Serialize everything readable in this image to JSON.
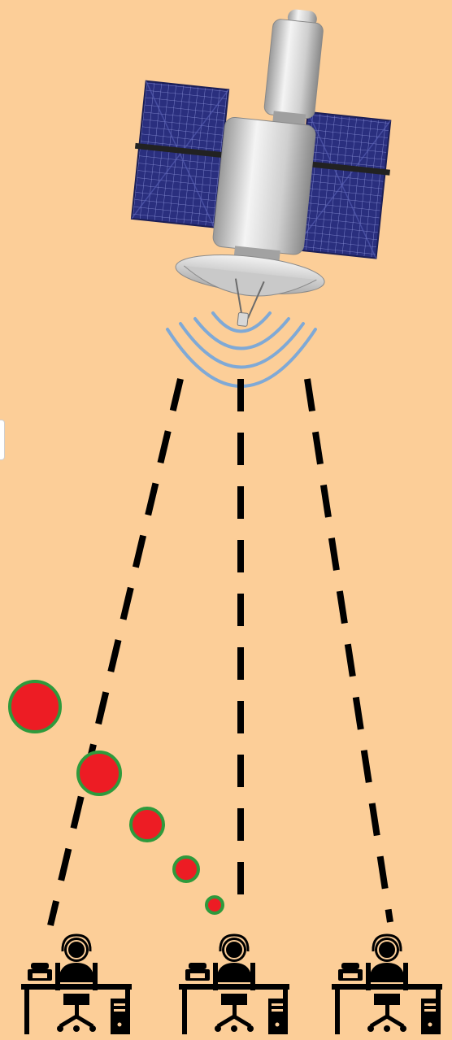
{
  "scene": {
    "background": "#FCCE98",
    "satellite": {
      "icon": "satellite-icon",
      "body_color": "#DADADA",
      "panel_color": "#2A2F7E",
      "panel_grid_color": "#8C93D9"
    },
    "signal_waves": {
      "icon": "signal-waves-icon",
      "color": "#7FA9D6",
      "count": 4
    },
    "beams": {
      "count": 3,
      "style": "dashed",
      "color": "#000000"
    },
    "data_dots": {
      "count": 5,
      "fill": "#ED1C24",
      "stroke": "#2E9A3C",
      "sizes": [
        "large",
        "medium-large",
        "medium",
        "small",
        "smallest"
      ]
    },
    "workstations": {
      "count": 3,
      "icon": "operator-at-desk-icon",
      "color": "#000000"
    }
  }
}
